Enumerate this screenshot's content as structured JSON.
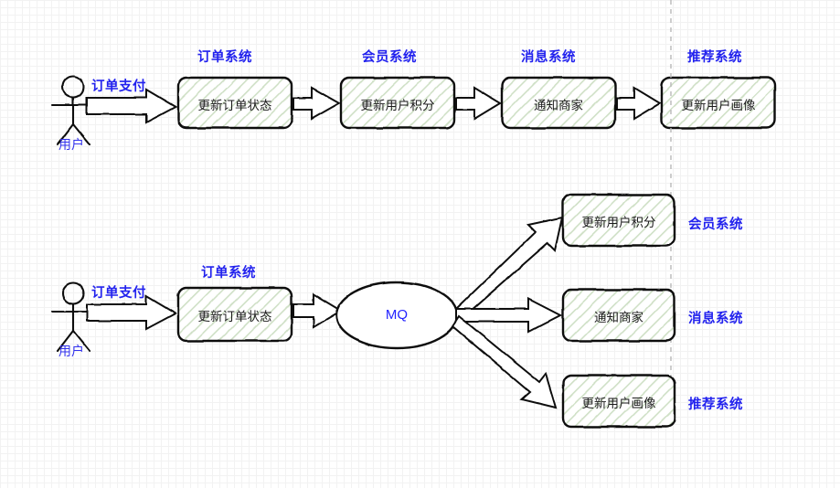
{
  "diagram": {
    "title_color": "#2222ee",
    "box_fill": "#eef5ea",
    "hatch_color": "#cfe0c6",
    "stroke_color": "#1a1a1a",
    "background_grid": "#dcdcdc"
  },
  "top_flow": {
    "actor": {
      "label": "用户"
    },
    "request_label": "订单支付",
    "system_titles": [
      {
        "name": "订单系统"
      },
      {
        "name": "会员系统"
      },
      {
        "name": "消息系统"
      },
      {
        "name": "推荐系统"
      }
    ],
    "steps": [
      {
        "label": "更新订单状态"
      },
      {
        "label": "更新用户积分"
      },
      {
        "label": "通知商家"
      },
      {
        "label": "更新用户画像"
      }
    ]
  },
  "bottom_flow": {
    "actor": {
      "label": "用户"
    },
    "request_label": "订单支付",
    "producer_title": "订单系统",
    "producer_step": "更新订单状态",
    "broker": {
      "label": "MQ"
    },
    "consumers": [
      {
        "step": "更新用户积分",
        "system": "会员系统"
      },
      {
        "step": "通知商家",
        "system": "消息系统"
      },
      {
        "step": "更新用户画像",
        "system": "推荐系统"
      }
    ]
  }
}
